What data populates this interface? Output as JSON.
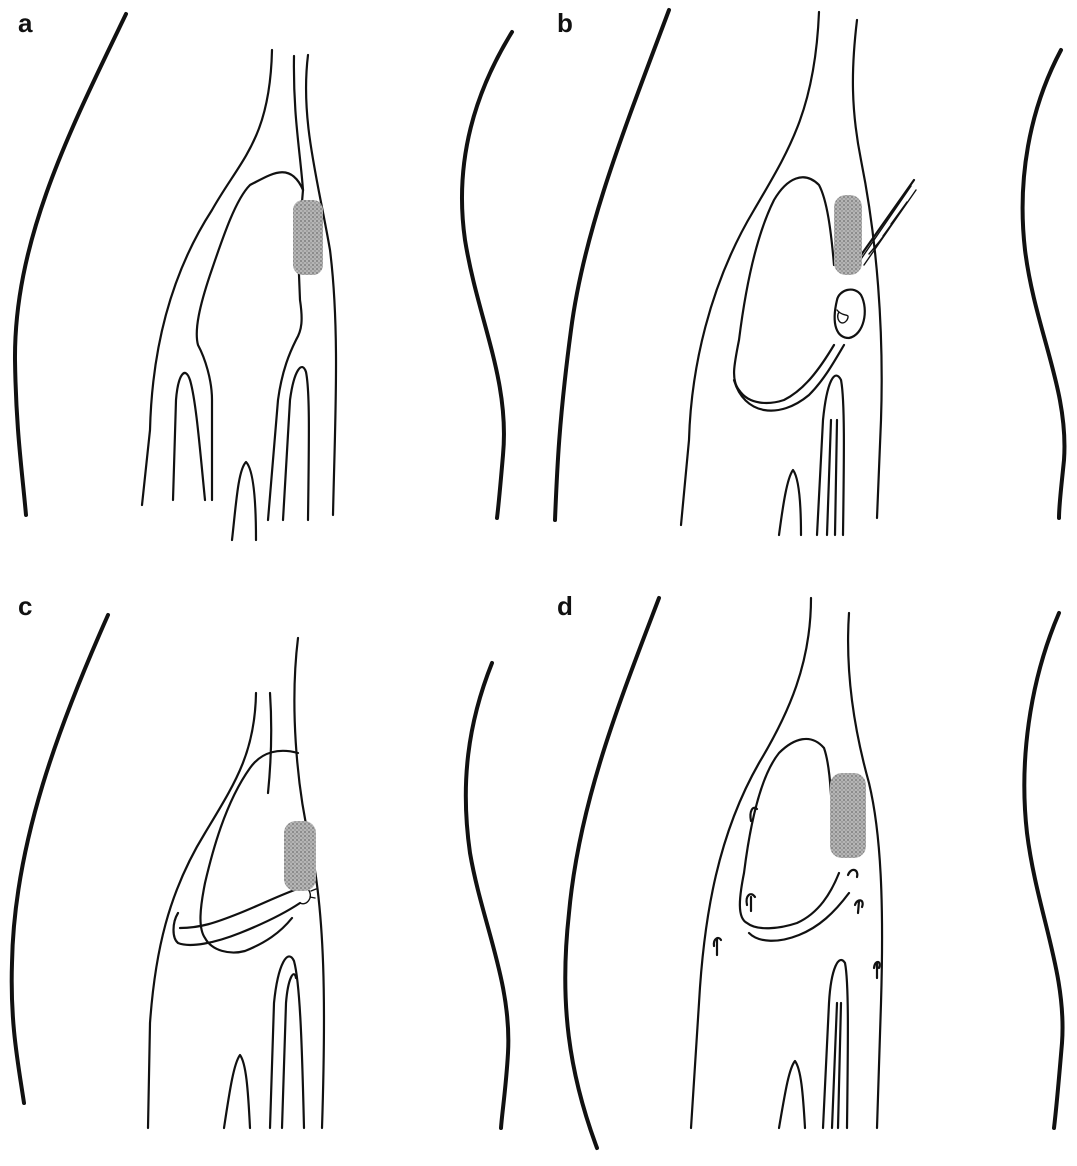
{
  "figure": {
    "panels": [
      {
        "id": "a",
        "label": "a"
      },
      {
        "id": "b",
        "label": "b"
      },
      {
        "id": "c",
        "label": "c"
      },
      {
        "id": "d",
        "label": "d"
      }
    ],
    "colors": {
      "ink": "#111111",
      "thrombus": "#8a8a8a",
      "background": "#ffffff"
    }
  }
}
